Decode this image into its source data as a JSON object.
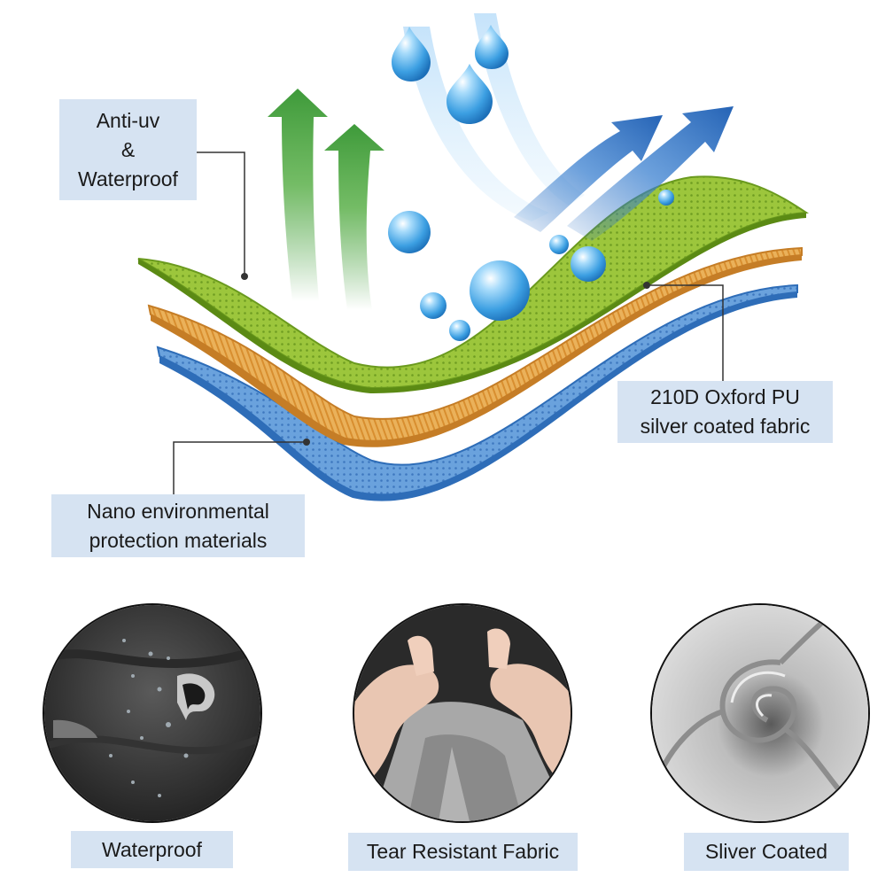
{
  "labels": {
    "anti_uv": [
      "Anti-uv",
      "&",
      "Waterproof"
    ],
    "oxford": [
      "210D Oxford PU",
      "silver coated fabric"
    ],
    "nano": [
      "Nano environmental",
      "protection materials"
    ]
  },
  "features": [
    {
      "title": "Waterproof"
    },
    {
      "title": "Tear Resistant Fabric"
    },
    {
      "title": "Sliver Coated"
    }
  ],
  "colors": {
    "label_bg": "#d6e3f2",
    "green_layer": "#9cc63c",
    "orange_layer": "#e8a547",
    "blue_layer": "#5b95d4",
    "green_arrow": "#3e9a3a",
    "blue_arrow": "#2c6fc2",
    "droplet": "#4aa7e8"
  },
  "icons": {
    "water_drop": "water-drop-icon",
    "arrow_up": "arrow-up-icon"
  }
}
